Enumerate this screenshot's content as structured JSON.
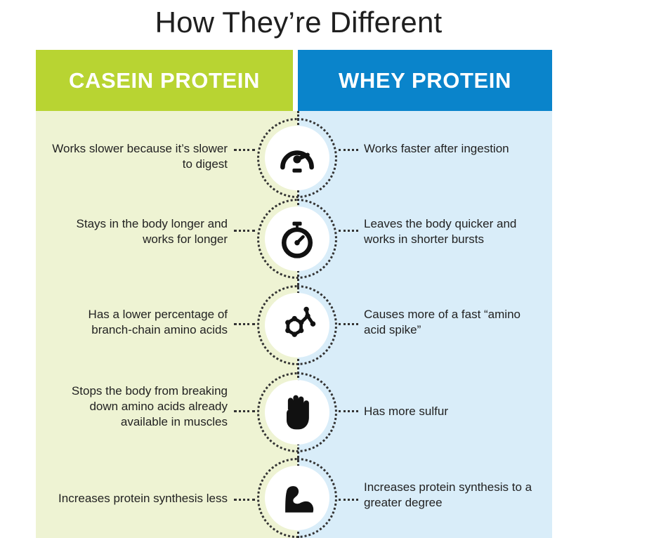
{
  "title": "How They’re Different",
  "headers": {
    "casein": "CASEIN PROTEIN",
    "whey": "WHEY PROTEIN"
  },
  "colors": {
    "casein_header": "#b8d432",
    "whey_header": "#0a84cb",
    "casein_bg": "#eef3d3",
    "whey_bg": "#d9edf9"
  },
  "rows": [
    {
      "icon": "speedometer-icon",
      "casein": "Works slower because it’s slower to digest",
      "whey": "Works faster after ingestion"
    },
    {
      "icon": "stopwatch-icon",
      "casein": "Stays in the body longer and works for longer",
      "whey": "Leaves the body quicker and works in shorter bursts"
    },
    {
      "icon": "molecule-icon",
      "casein": "Has a lower percentage of branch-chain amino acids",
      "whey": "Causes more of a fast “amino acid spike”"
    },
    {
      "icon": "hand-stop-icon",
      "casein": "Stops the body from breaking down amino acids already available in muscles",
      "whey": "Has more sulfur"
    },
    {
      "icon": "flexed-arm-icon",
      "casein": "Increases protein synthesis less",
      "whey": "Increases protein synthesis to a greater degree"
    }
  ]
}
